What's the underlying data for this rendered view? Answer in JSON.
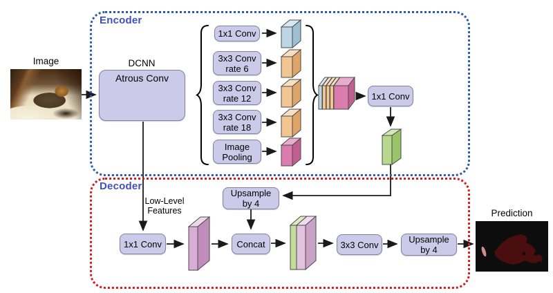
{
  "io": {
    "input_label": "Image",
    "output_label": "Prediction"
  },
  "encoder": {
    "label": "Encoder",
    "dcnn_label": "DCNN",
    "atrous_label": "Atrous Conv",
    "aspp_conv1x1": "1x1 Conv",
    "aspp_r6_l1": "3x3 Conv",
    "aspp_r6_l2": "rate 6",
    "aspp_r12_l1": "3x3 Conv",
    "aspp_r12_l2": "rate 12",
    "aspp_r18_l1": "3x3 Conv",
    "aspp_r18_l2": "rate 18",
    "aspp_pool_l1": "Image",
    "aspp_pool_l2": "Pooling",
    "out_conv1x1": "1x1 Conv"
  },
  "decoder": {
    "label": "Decoder",
    "low_level_l1": "Low-Level",
    "low_level_l2": "Features",
    "conv1x1": "1x1 Conv",
    "upsample_top_l1": "Upsample",
    "upsample_top_l2": "by 4",
    "concat": "Concat",
    "conv3x3": "3x3 Conv",
    "upsample_out_l1": "Upsample",
    "upsample_out_l2": "by 4"
  },
  "colors": {
    "encoder_border": "#2d5bab",
    "decoder_border": "#d21b1b",
    "section_label_text": "#4050b8",
    "node_fill": "#cbcbe9",
    "node_border": "#8181a0",
    "slab_blue": "#bcd6e6",
    "slab_orange": "#f2c692",
    "slab_pink": "#da7cae",
    "slab_green": "#b7d98f",
    "slab_purple": "#d9aed6",
    "atrous_arrow_red": "#e01b1b",
    "arrow_black": "#1a1a1a",
    "prediction_mask": "#4a0e0e"
  }
}
